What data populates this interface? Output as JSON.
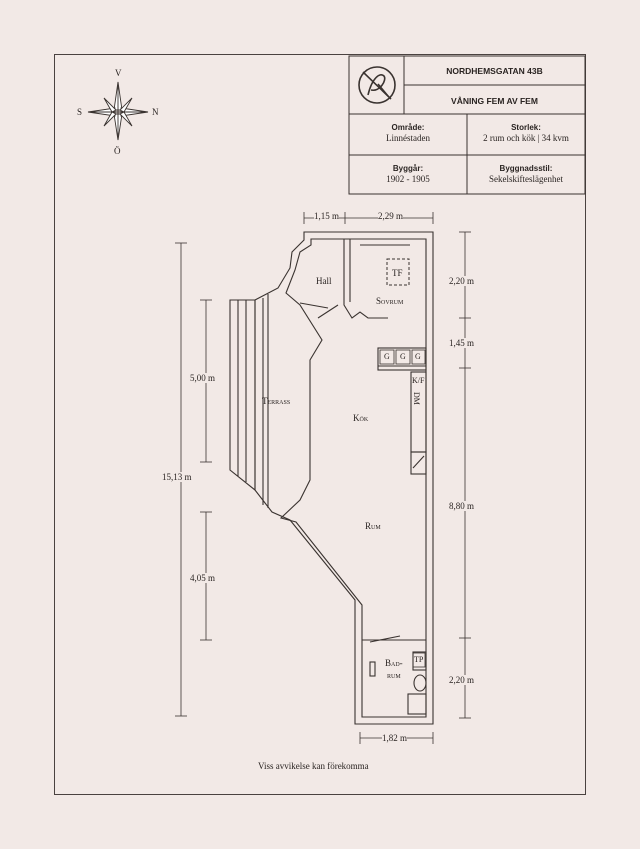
{
  "header": {
    "address": "NORDHEMSGATAN 43B",
    "floor": "VÅNING FEM AV FEM",
    "info": [
      {
        "label": "Område:",
        "value": "Linnéstaden"
      },
      {
        "label": "Storlek:",
        "value": "2 rum och kök | 34 kvm"
      },
      {
        "label": "Byggår:",
        "value": "1902 - 1905"
      },
      {
        "label": "Byggnadsstil:",
        "value": "Sekelskifteslägenhet"
      }
    ]
  },
  "compass": {
    "n": "N",
    "s": "S",
    "v": "V",
    "o": "Ö"
  },
  "rooms": {
    "hall": "Hall",
    "sovrum": "Sovrum",
    "terrass": "Terrass",
    "kok": "Kök",
    "rum": "Rum",
    "badrum_1": "Bad-",
    "badrum_2": "rum"
  },
  "fixtures": {
    "tf": "TF",
    "tp": "TP",
    "kf": "K/F",
    "dm": "DM",
    "g": "G"
  },
  "dimensions": {
    "top_left": "1,15 m",
    "top_right": "2,29 m",
    "right_1": "2,20 m",
    "right_2": "1,45 m",
    "right_3": "8,80 m",
    "right_4": "2,20 m",
    "left_total": "15,13 m",
    "left_terrace": "5,00 m",
    "left_lower": "4,05 m",
    "bottom": "1,82 m"
  },
  "disclaimer": "Viss avvikelse kan förekomma",
  "colors": {
    "background": "#f2e9e6",
    "ink": "#2a2422"
  }
}
